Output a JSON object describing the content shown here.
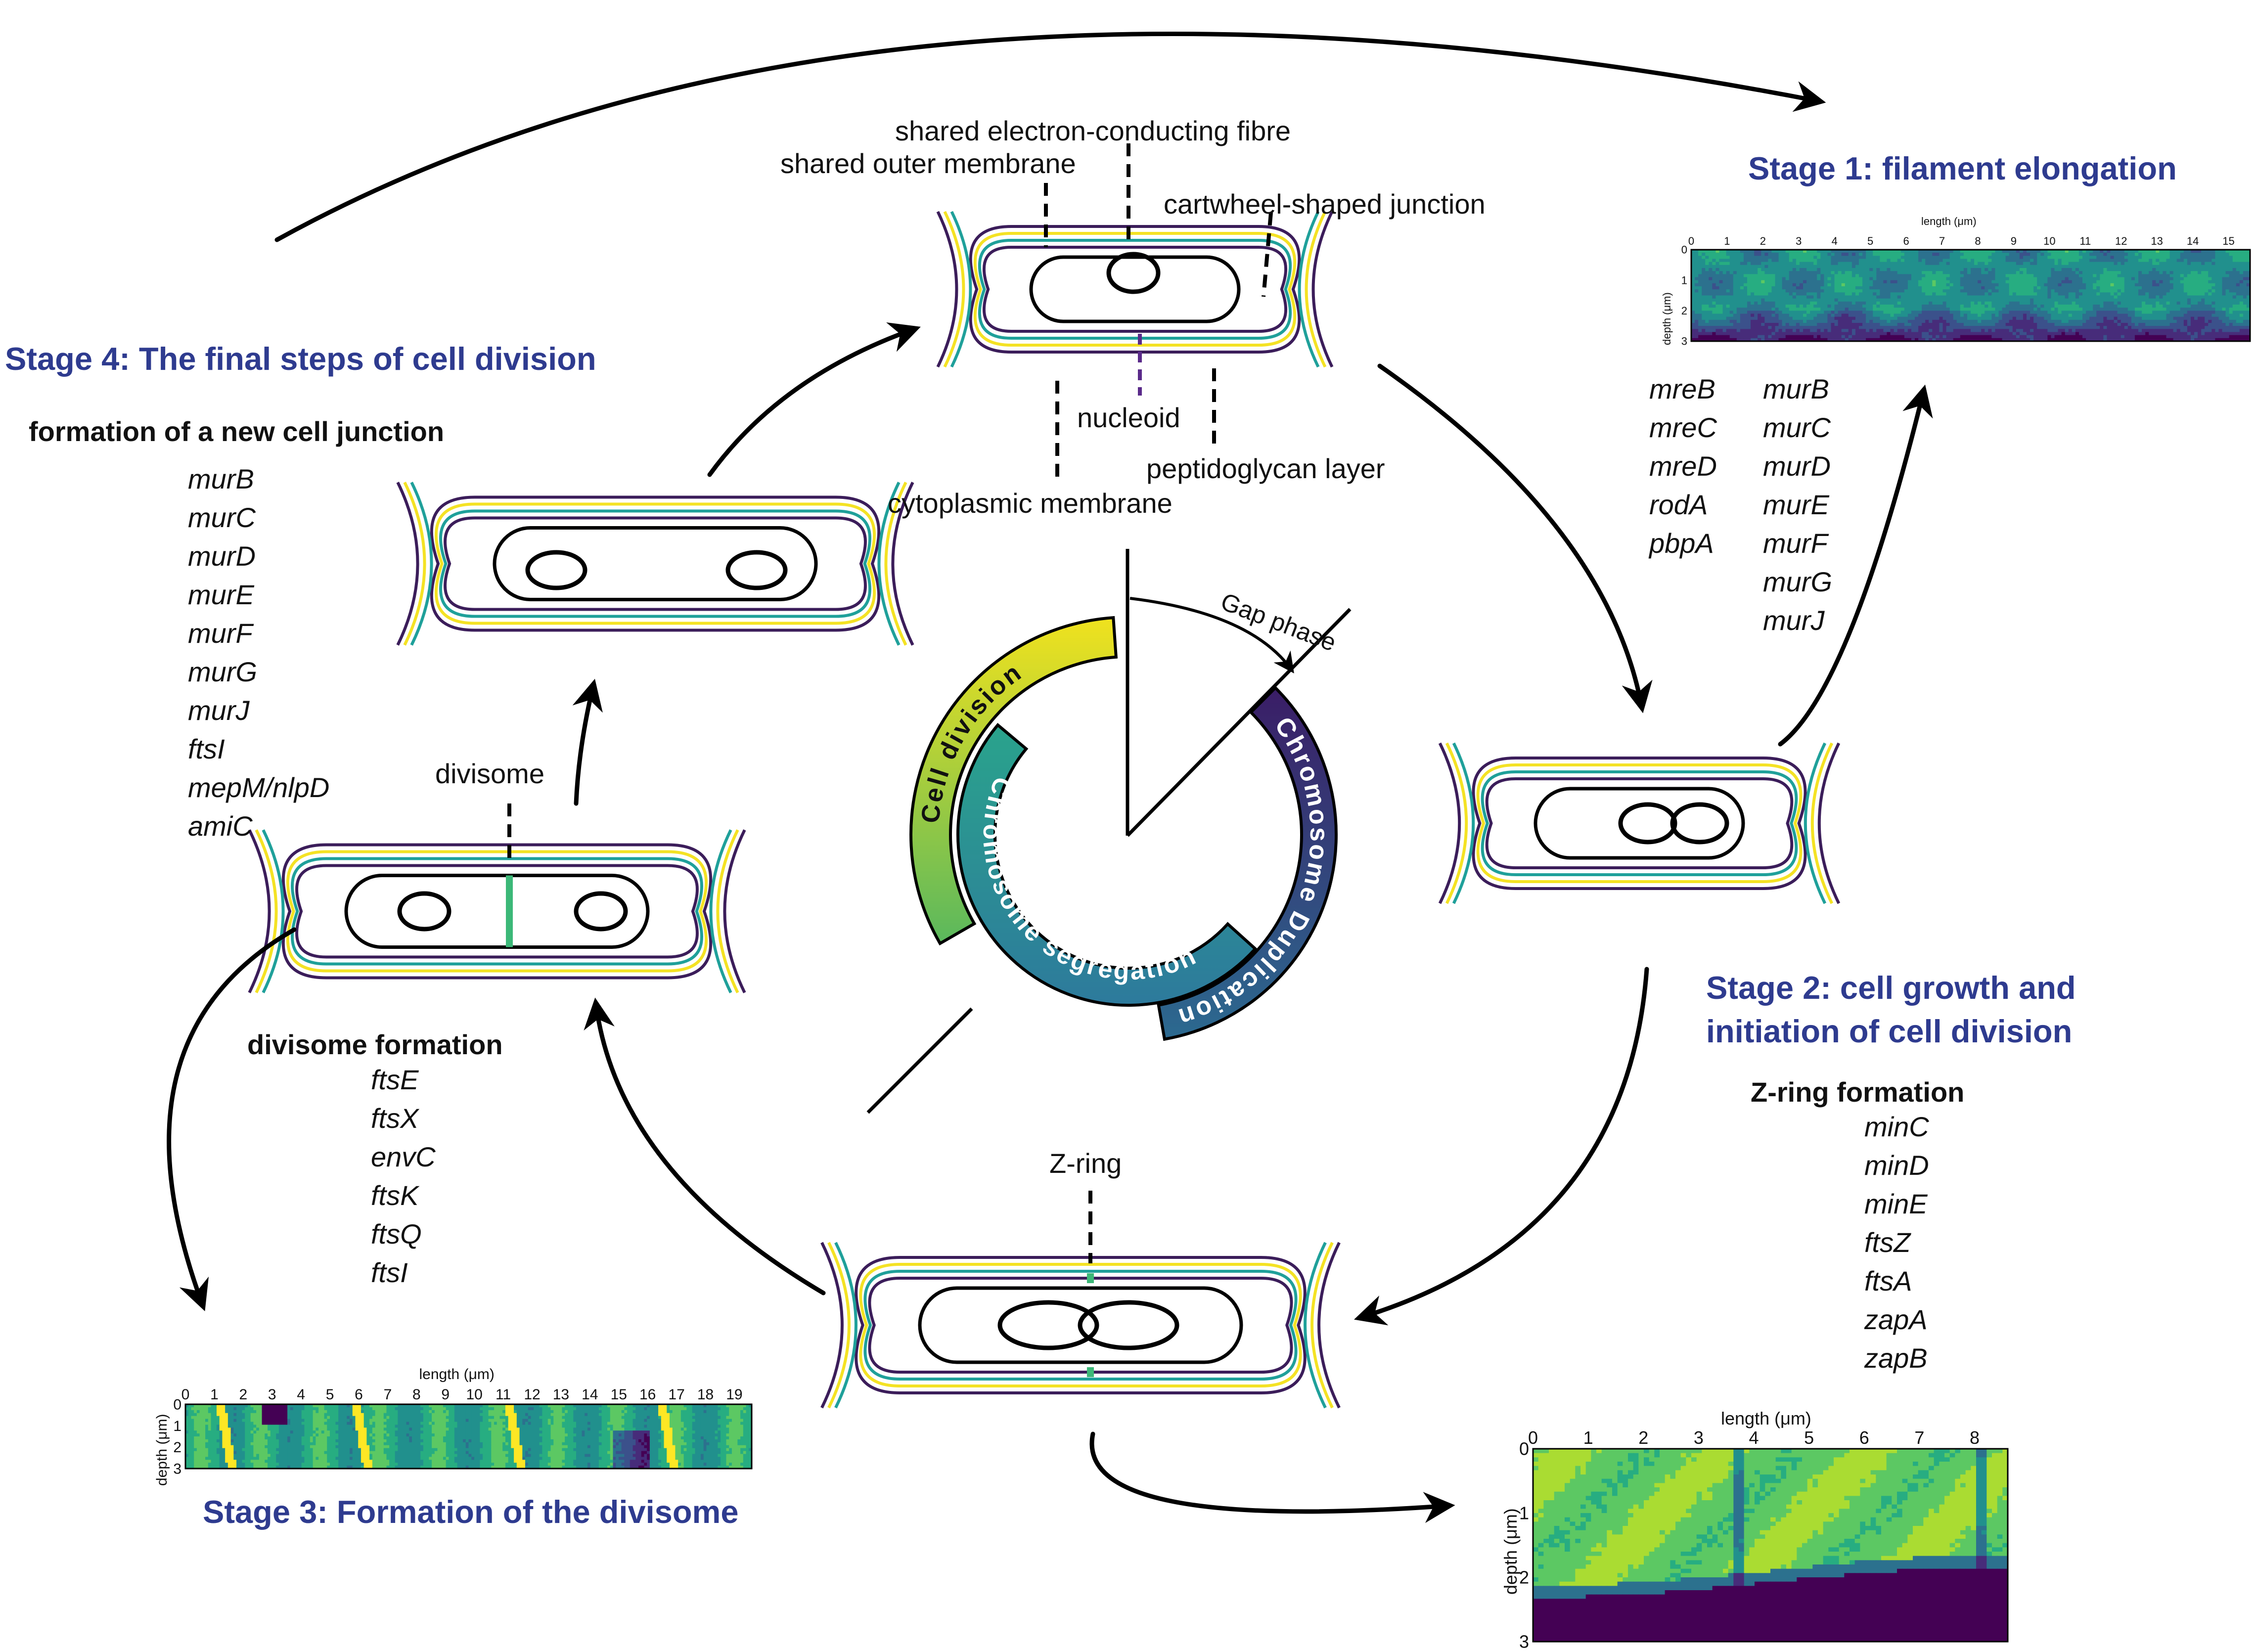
{
  "stages": {
    "stage1": "Stage 1: filament elongation",
    "stage2_line1": "Stage 2: cell growth and",
    "stage2_line2": "initiation of cell division",
    "stage3": "Stage 3: Formation of the divisome",
    "stage4": "Stage 4: The final steps of cell division"
  },
  "headers": {
    "new_junction": "formation of a new cell junction",
    "divisome_formation": "divisome formation",
    "zring_formation": "Z-ring formation"
  },
  "gene_lists": {
    "stage1_col1": [
      "mreB",
      "mreC",
      "mreD",
      "rodA",
      "pbpA"
    ],
    "stage1_col2": [
      "murB",
      "murC",
      "murD",
      "murE",
      "murF",
      "murG",
      "murJ"
    ],
    "stage4": [
      "murB",
      "murC",
      "murD",
      "murE",
      "murF",
      "murG",
      "murJ",
      "ftsI",
      "mepM/nlpD",
      "amiC"
    ],
    "divisome": [
      "ftsE",
      "ftsX",
      "envC",
      "ftsK",
      "ftsQ",
      "ftsI"
    ],
    "zring": [
      "minC",
      "minD",
      "minE",
      "ftsZ",
      "ftsA",
      "zapA",
      "zapB"
    ]
  },
  "cell_labels": {
    "fibre": "shared electron-conducting fibre",
    "outer_membrane": "shared outer membrane",
    "cartwheel": "cartwheel-shaped junction",
    "nucleoid": "nucleoid",
    "peptidoglycan": "peptidoglycan layer",
    "cytoplasmic": "cytoplasmic membrane",
    "divisome": "divisome",
    "zring": "Z-ring"
  },
  "cycle": {
    "gap": "Gap phase",
    "duplication": "Chromosome Duplication",
    "segregation": "Chromosome segregation",
    "division": "Cell division"
  },
  "heatmaps": {
    "stage1": {
      "xlabel": "length (μm)",
      "ylabel": "depth (μm)",
      "xticks": [
        "0",
        "1",
        "2",
        "3",
        "4",
        "5",
        "6",
        "7",
        "8",
        "9",
        "10",
        "11",
        "12",
        "13",
        "14",
        "15"
      ],
      "yticks": [
        "0",
        "1",
        "2",
        "3"
      ]
    },
    "stage2": {
      "xlabel": "length (μm)",
      "ylabel": "depth (μm)",
      "xticks": [
        "0",
        "1",
        "2",
        "3",
        "4",
        "5",
        "6",
        "7",
        "8"
      ],
      "yticks": [
        "0",
        "1",
        "2",
        "3"
      ]
    },
    "stage3": {
      "xlabel": "length (μm)",
      "ylabel": "depth (μm)",
      "xticks": [
        "0",
        "1",
        "2",
        "3",
        "4",
        "5",
        "6",
        "7",
        "8",
        "9",
        "10",
        "11",
        "12",
        "13",
        "14",
        "15",
        "16",
        "17",
        "18",
        "19"
      ],
      "yticks": [
        "0",
        "1",
        "2",
        "3"
      ]
    }
  },
  "colors": {
    "stage_title": "#2e3b8f",
    "membrane_outer": "#3b1d5a",
    "membrane_teal": "#1fa09a",
    "membrane_yellow": "#f4e224",
    "divisome_green": "#3cb878"
  }
}
